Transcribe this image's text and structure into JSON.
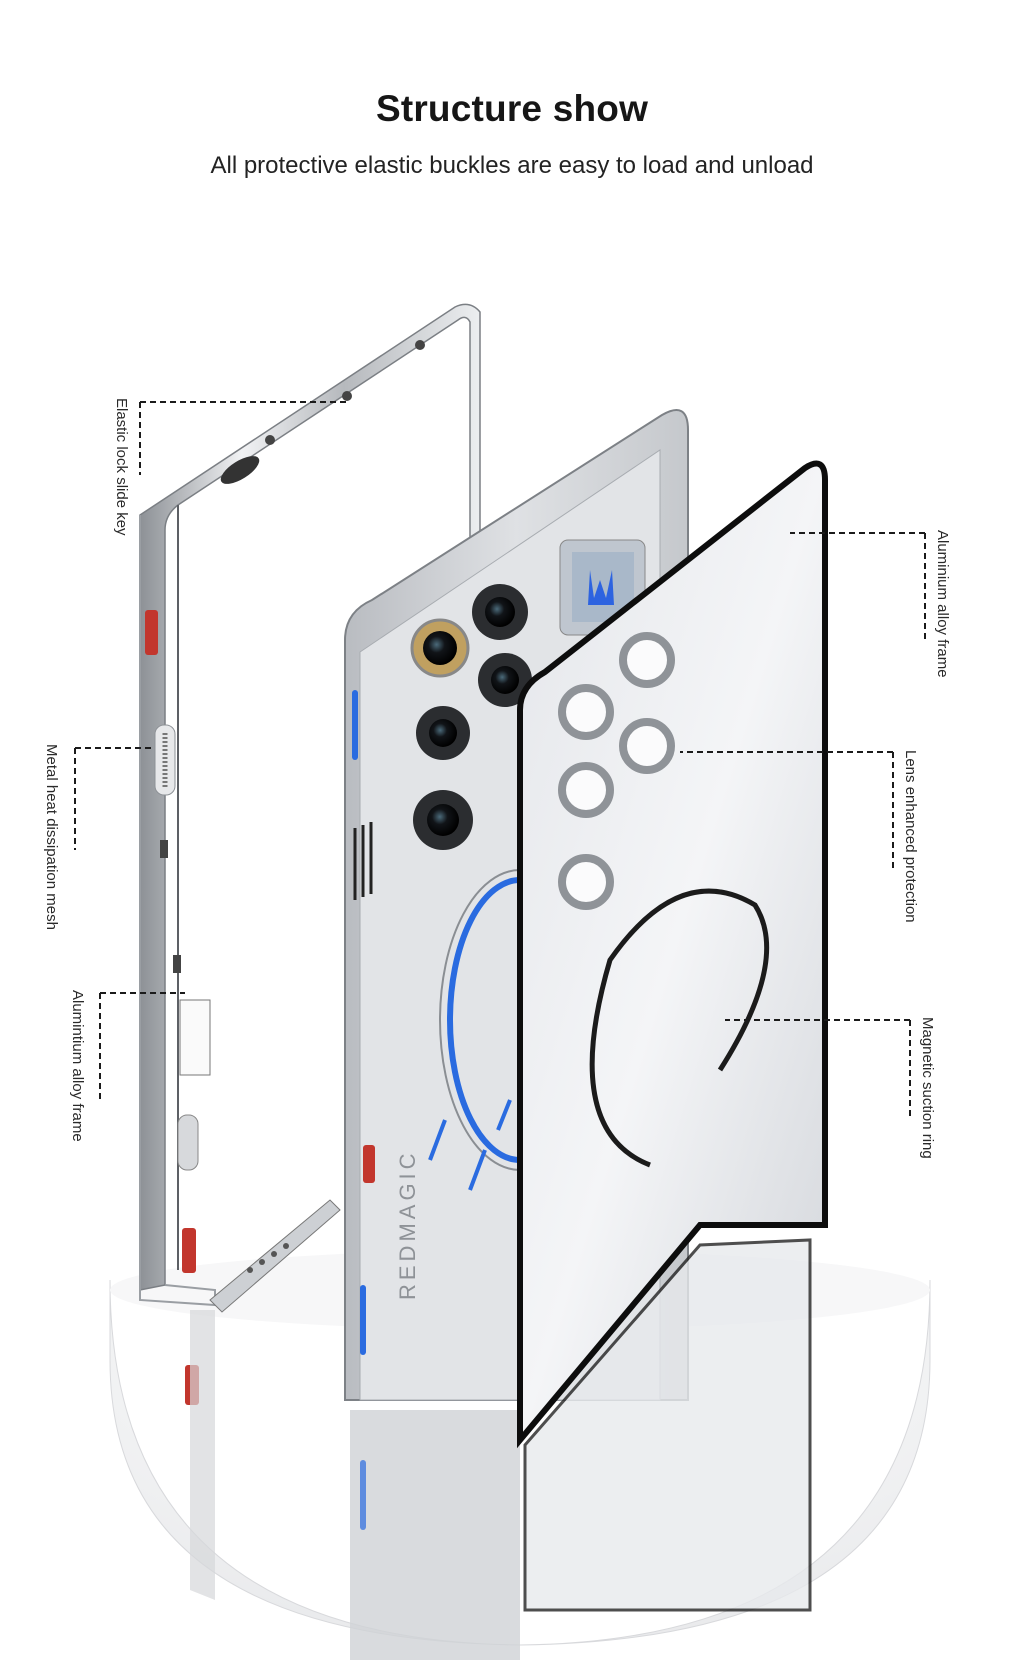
{
  "header": {
    "title": "Structure show",
    "subtitle": "All protective elastic buckles are easy to load and unload"
  },
  "callouts": [
    {
      "id": "elastic-lock",
      "label": "Elastic lock slide key"
    },
    {
      "id": "heat-mesh",
      "label": "Metal heat dissipation mesh"
    },
    {
      "id": "alloy-frame-left",
      "label": "Alumintium alloy frame"
    },
    {
      "id": "alloy-frame-right",
      "label": "Aluminium alloy frame"
    },
    {
      "id": "lens-protection",
      "label": "Lens enhanced protection"
    },
    {
      "id": "magnetic-ring",
      "label": "Magnetic suction ring"
    }
  ],
  "phone": {
    "brand_text": "REDMAGIC"
  },
  "colors": {
    "accent_blue": "#2a6be0",
    "button_red": "#c2362d",
    "frame_silver": "#c9ccd0",
    "background": "#ffffff"
  }
}
